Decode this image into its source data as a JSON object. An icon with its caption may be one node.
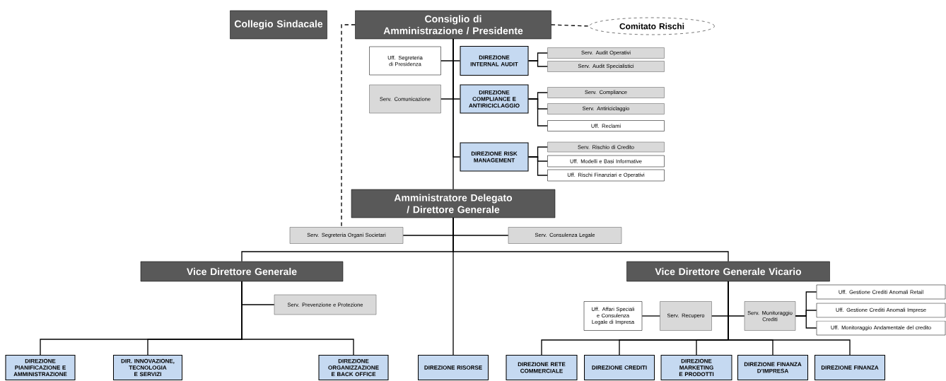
{
  "diagram": {
    "nodes": [
      {
        "text": [
          "Collegio Sindacale"
        ]
      },
      {
        "text": [
          "Consiglio di Amministrazione / Presidente"
        ]
      },
      {
        "text": [
          "Comitato Rischi"
        ]
      },
      {
        "text": [
          "Uff. Segreteria di Presidenza"
        ]
      },
      {
        "text": [
          "DIREZIONE INTERNAL AUDIT"
        ]
      },
      {
        "text": [
          "Serv. Audit Operativi"
        ]
      },
      {
        "text": [
          "Serv. Audit Specialistici"
        ]
      },
      {
        "text": [
          "Serv. Comunicazione"
        ]
      },
      {
        "text": [
          "DIREZIONE COMPLIANCE E ANTIRICICLAGGIO"
        ]
      },
      {
        "text": [
          "Serv. Compliance"
        ]
      },
      {
        "text": [
          "Serv. Antiriciclaggio"
        ]
      },
      {
        "text": [
          "Uff. Reclami"
        ]
      },
      {
        "text": [
          "DIREZIONE RISK MANAGEMENT"
        ]
      },
      {
        "text": [
          "Serv. Rischio di Credito"
        ]
      },
      {
        "text": [
          "Uff. Modelli e Basi Informative"
        ]
      },
      {
        "text": [
          "Uff. Rischi Finanziari e Operativi"
        ]
      },
      {
        "text": [
          "Amministratore Delegato / Direttore Generale"
        ]
      },
      {
        "text": [
          "Serv. Segreteria Organi Societari"
        ]
      },
      {
        "text": [
          "Serv. Consulenza Legale"
        ]
      },
      {
        "text": [
          "Vice Direttore Generale"
        ]
      },
      {
        "text": [
          "Vice Direttore Generale Vicario"
        ]
      },
      {
        "text": [
          "Serv. Prevenzione e Protezione"
        ]
      },
      {
        "text": [
          "Uff. Affari Speciali e Consulenza Legale di Impresa"
        ]
      },
      {
        "text": [
          "Serv. Recupero"
        ]
      },
      {
        "text": [
          "Serv. Monitoraggio Crediti"
        ]
      },
      {
        "text": [
          "Uff. Gestione Crediti Anomali Retail"
        ]
      },
      {
        "text": [
          "Uff. Gestione Crediti Anomali Imprese"
        ]
      },
      {
        "text": [
          "Uff. Monitoraggio Andamentale del credito"
        ]
      },
      {
        "text": [
          "DIREZIONE PIANIFICAZIONE E AMMINISTRAZIONE"
        ]
      },
      {
        "text": [
          "DIR. INNOVAZIONE, TECNOLOGIA E SERVIZI"
        ]
      },
      {
        "text": [
          "DIREZIONE ORGANIZZAZIONE E BACK OFFICE"
        ]
      },
      {
        "text": [
          "DIREZIONE RISORSE"
        ]
      },
      {
        "text": [
          "DIREZIONE RETE COMMERCIALE"
        ]
      },
      {
        "text": [
          "DIREZIONE CREDITI"
        ]
      },
      {
        "text": [
          "DIREZIONE MARKETING E PRODOTTI"
        ]
      },
      {
        "text": [
          "DIREZIONE FINANZA D’IMPRESA"
        ]
      },
      {
        "text": [
          "DIREZIONE FINANZA"
        ]
      }
    ],
    "edges": [
      {
        "from": 1,
        "to": 2,
        "arrow": "none",
        "style": "dashed"
      },
      {
        "from": 1,
        "to": 17,
        "arrow": "none",
        "style": "dashed"
      },
      {
        "from": 1,
        "to": 3,
        "arrow": "none"
      },
      {
        "from": 1,
        "to": 4,
        "arrow": "none"
      },
      {
        "from": 1,
        "to": 7,
        "arrow": "none"
      },
      {
        "from": 1,
        "to": 8,
        "arrow": "none"
      },
      {
        "from": 1,
        "to": 12,
        "arrow": "none"
      },
      {
        "from": 1,
        "to": 16,
        "arrow": "none"
      },
      {
        "from": 4,
        "to": 5,
        "arrow": "none"
      },
      {
        "from": 4,
        "to": 6,
        "arrow": "none"
      },
      {
        "from": 8,
        "to": 9,
        "arrow": "none"
      },
      {
        "from": 8,
        "to": 10,
        "arrow": "none"
      },
      {
        "from": 8,
        "to": 11,
        "arrow": "none"
      },
      {
        "from": 12,
        "to": 13,
        "arrow": "none"
      },
      {
        "from": 12,
        "to": 14,
        "arrow": "none"
      },
      {
        "from": 12,
        "to": 15,
        "arrow": "none"
      },
      {
        "from": 16,
        "to": 17,
        "arrow": "none"
      },
      {
        "from": 16,
        "to": 18,
        "arrow": "none"
      },
      {
        "from": 16,
        "to": 19,
        "arrow": "none"
      },
      {
        "from": 16,
        "to": 20,
        "arrow": "none"
      },
      {
        "from": 16,
        "to": 31,
        "arrow": "none"
      },
      {
        "from": 19,
        "to": 21,
        "arrow": "none"
      },
      {
        "from": 19,
        "to": 28,
        "arrow": "none"
      },
      {
        "from": 19,
        "to": 29,
        "arrow": "none"
      },
      {
        "from": 19,
        "to": 30,
        "arrow": "none"
      },
      {
        "from": 20,
        "to": 23,
        "arrow": "none"
      },
      {
        "from": 20,
        "to": 24,
        "arrow": "none"
      },
      {
        "from": 23,
        "to": 22,
        "arrow": "none"
      },
      {
        "from": 24,
        "to": 25,
        "arrow": "none"
      },
      {
        "from": 24,
        "to": 26,
        "arrow": "none"
      },
      {
        "from": 24,
        "to": 27,
        "arrow": "none"
      },
      {
        "from": 20,
        "to": 32,
        "arrow": "none"
      },
      {
        "from": 20,
        "to": 33,
        "arrow": "none"
      },
      {
        "from": 20,
        "to": 34,
        "arrow": "none"
      },
      {
        "from": 20,
        "to": 35,
        "arrow": "none"
      },
      {
        "from": 20,
        "to": 36,
        "arrow": "none"
      }
    ]
  }
}
